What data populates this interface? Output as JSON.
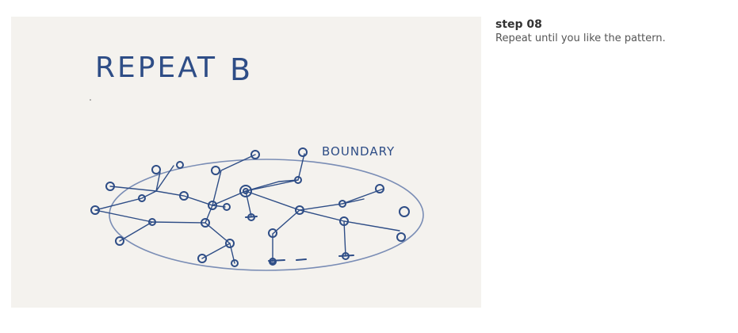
{
  "step": {
    "title": "step 08",
    "description": "Repeat until you like the pattern."
  },
  "sketch": {
    "heading": "REPEAT",
    "heading_mark": "B",
    "boundary_label": "BOUNDARY",
    "ink_color": "#2e4d86",
    "paper_color": "#f4f2ee"
  }
}
